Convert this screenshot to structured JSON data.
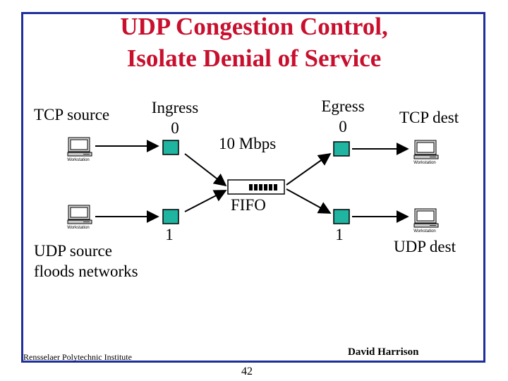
{
  "title": {
    "line1": "UDP Congestion Control,",
    "line2": "Isolate Denial of Service"
  },
  "nodes": {
    "tcp_source": "TCP source",
    "udp_source_line1": "UDP source",
    "udp_source_line2": "floods networks",
    "tcp_dest": "TCP dest",
    "udp_dest": "UDP dest",
    "ingress_label": "Ingress",
    "ingress_top_value": "0",
    "ingress_bottom_value": "1",
    "egress_label": "Egress",
    "egress_top_value": "0",
    "egress_bottom_value": "1",
    "fifo": "FIFO",
    "link_rate": "10 Mbps",
    "workstation_caption": "Workstation"
  },
  "footer": {
    "institution": "Rensselaer Polytechnic Institute",
    "author": "David Harrison",
    "page_number": "42"
  },
  "colors": {
    "title": "#c8102e",
    "frame": "#1f2f9a",
    "router": "#1fb5a0"
  }
}
